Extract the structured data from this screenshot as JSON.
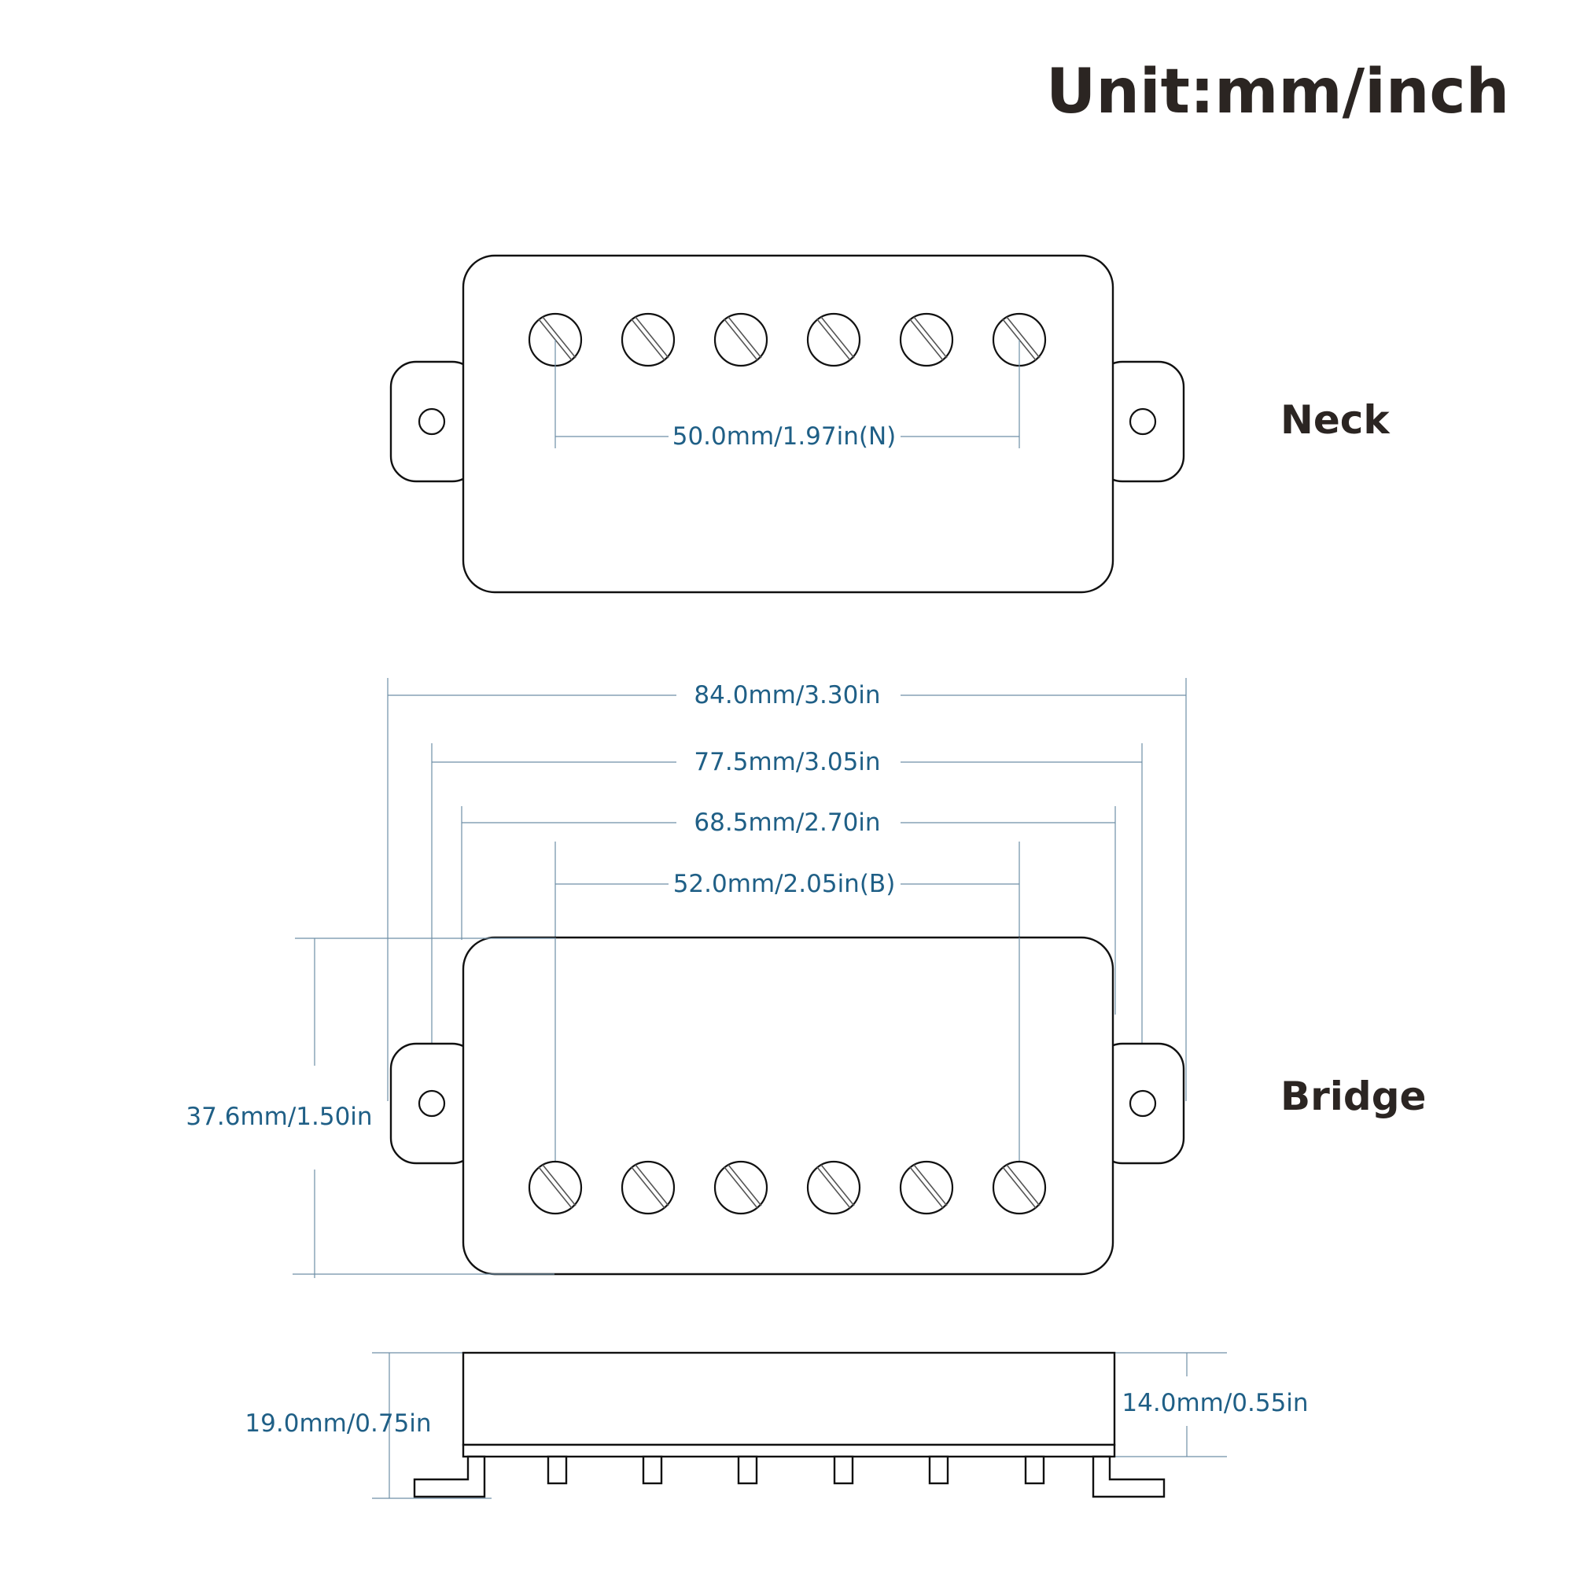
{
  "header": {
    "unit_label": "Unit:mm/inch"
  },
  "neck": {
    "label": "Neck",
    "pole_spacing": "50.0mm/1.97in(N)"
  },
  "bridge": {
    "label": "Bridge",
    "overall_length": "84.0mm/3.30in",
    "mounting_hole_spacing": "77.5mm/3.05in",
    "cover_length": "68.5mm/2.70in",
    "pole_spacing": "52.0mm/2.05in(B)",
    "cover_width": "37.6mm/1.50in"
  },
  "side_view": {
    "total_height": "19.0mm/0.75in",
    "cover_height": "14.0mm/0.55in"
  },
  "colors": {
    "dimension_text": "#1f5f86",
    "heading_text": "#2b2522",
    "outline": "#111111"
  }
}
